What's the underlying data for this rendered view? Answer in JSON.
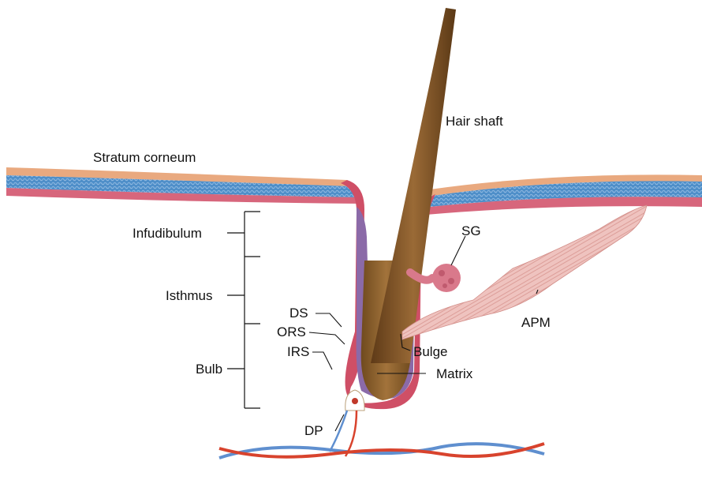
{
  "labels": {
    "hair_shaft": "Hair shaft",
    "stratum_corneum": "Stratum corneum",
    "infudibulum": "Infudibulum",
    "isthmus": "Isthmus",
    "bulb": "Bulb",
    "sg": "SG",
    "ds": "DS",
    "ors": "ORS",
    "irs": "IRS",
    "bulge": "Bulge",
    "matrix": "Matrix",
    "apm": "APM",
    "dp": "DP"
  },
  "colors": {
    "skin_top": "#e9a97f",
    "epidermis_blue": "#4f8fc9",
    "dermis_pink": "#d3556e",
    "hair_brown": "#8b5a2b",
    "follicle_purple": "#8b6aa8",
    "gland_pink": "#d9798b",
    "muscle_pink": "#e8b2ae",
    "vessel_red": "#d8432d",
    "vessel_blue": "#5f8fcf"
  }
}
